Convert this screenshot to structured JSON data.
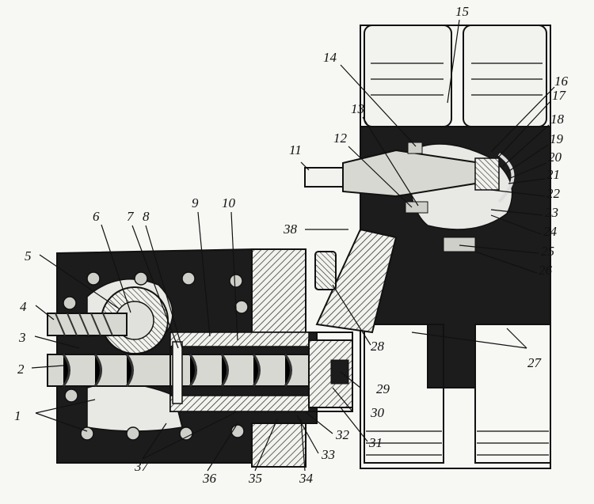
{
  "figure": {
    "labels": [
      "1",
      "2",
      "3",
      "4",
      "5",
      "6",
      "7",
      "8",
      "9",
      "10",
      "11",
      "12",
      "13",
      "14",
      "15",
      "16",
      "17",
      "18",
      "19",
      "20",
      "21",
      "22",
      "23",
      "24",
      "25",
      "26",
      "27",
      "28",
      "29",
      "30",
      "31",
      "32",
      "33",
      "34",
      "35",
      "36",
      "37",
      "38"
    ]
  }
}
